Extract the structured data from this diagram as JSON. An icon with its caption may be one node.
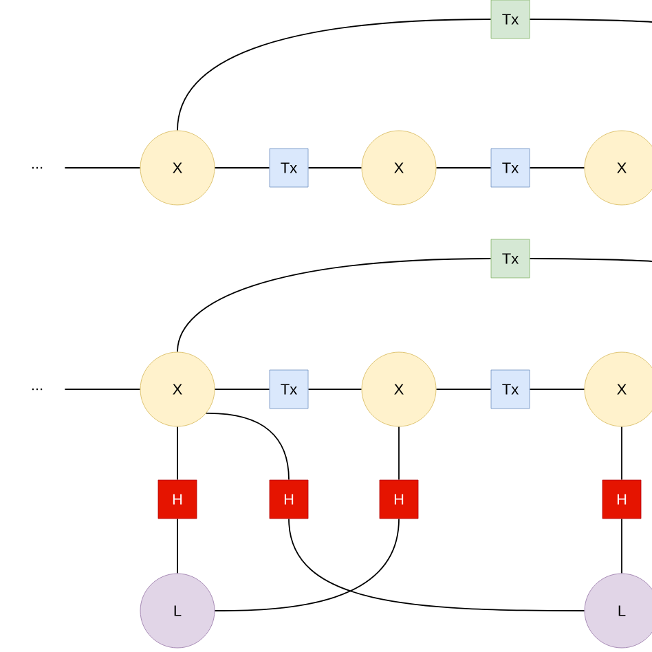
{
  "diagram": {
    "nodes": [
      {
        "text": [
          "Tx"
        ]
      },
      {
        "text": [
          "..."
        ]
      },
      {
        "text": [
          "X"
        ]
      },
      {
        "text": [
          "Tx"
        ]
      },
      {
        "text": [
          "X"
        ]
      },
      {
        "text": [
          "Tx"
        ]
      },
      {
        "text": [
          "X"
        ]
      },
      {
        "text": [
          "Tx"
        ]
      },
      {
        "text": [
          "..."
        ]
      },
      {
        "text": [
          "X"
        ]
      },
      {
        "text": [
          "Tx"
        ]
      },
      {
        "text": [
          "X"
        ]
      },
      {
        "text": [
          "Tx"
        ]
      },
      {
        "text": [
          "X"
        ]
      },
      {
        "text": [
          "H"
        ]
      },
      {
        "text": [
          "H"
        ]
      },
      {
        "text": [
          "H"
        ]
      },
      {
        "text": [
          "H"
        ]
      },
      {
        "text": [
          "L"
        ]
      },
      {
        "text": [
          "L"
        ]
      }
    ],
    "edges": [
      {
        "from": 1,
        "to": 2,
        "arrow": "none"
      },
      {
        "from": 2,
        "to": 3,
        "arrow": "none"
      },
      {
        "from": 3,
        "to": 4,
        "arrow": "none"
      },
      {
        "from": 4,
        "to": 5,
        "arrow": "none"
      },
      {
        "from": 5,
        "to": 6,
        "arrow": "none"
      },
      {
        "from": 2,
        "to": 0,
        "arrow": "none"
      },
      {
        "from": 0,
        "to": null,
        "arrow": "none"
      },
      {
        "from": 8,
        "to": 9,
        "arrow": "none"
      },
      {
        "from": 9,
        "to": 10,
        "arrow": "none"
      },
      {
        "from": 10,
        "to": 11,
        "arrow": "none"
      },
      {
        "from": 11,
        "to": 12,
        "arrow": "none"
      },
      {
        "from": 12,
        "to": 13,
        "arrow": "none"
      },
      {
        "from": 9,
        "to": 7,
        "arrow": "none"
      },
      {
        "from": 7,
        "to": null,
        "arrow": "none"
      },
      {
        "from": 9,
        "to": 14,
        "arrow": "none"
      },
      {
        "from": 14,
        "to": 18,
        "arrow": "none"
      },
      {
        "from": 9,
        "to": 15,
        "arrow": "none"
      },
      {
        "from": 15,
        "to": 19,
        "arrow": "none"
      },
      {
        "from": 11,
        "to": 16,
        "arrow": "none"
      },
      {
        "from": 16,
        "to": 18,
        "arrow": "none"
      },
      {
        "from": 13,
        "to": 17,
        "arrow": "none"
      },
      {
        "from": 17,
        "to": 19,
        "arrow": "none"
      }
    ]
  }
}
